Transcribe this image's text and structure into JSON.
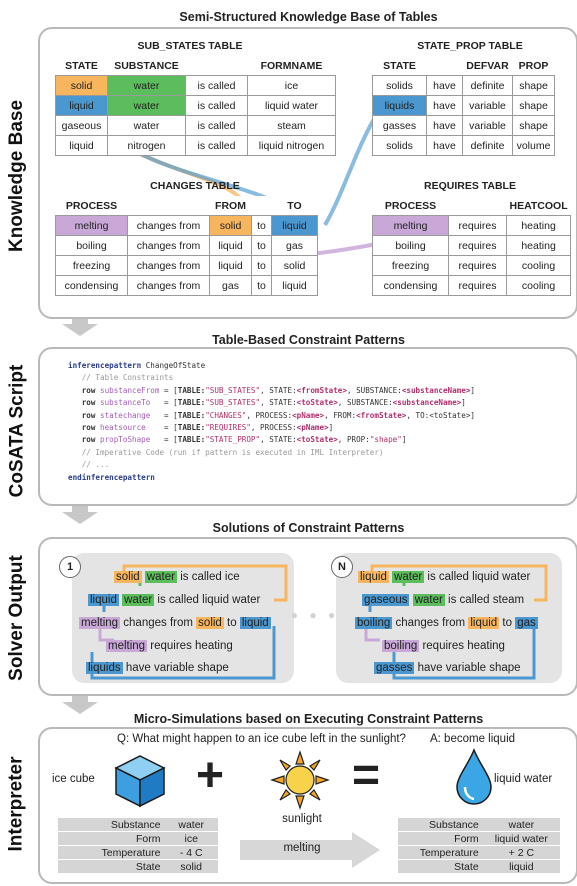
{
  "titles": {
    "kb": "Semi-Structured Knowledge Base of Tables",
    "patterns": "Table-Based Constraint Patterns",
    "solutions": "Solutions of Constraint Patterns",
    "micro": "Micro-Simulations based on Executing Constraint Patterns"
  },
  "side_labels": {
    "kb": "Knowledge Base",
    "script": "CoSATA Script",
    "solver": "Solver Output",
    "interp": "Interpreter"
  },
  "tables": {
    "sub_states": {
      "caption": "SUB_STATES TABLE",
      "headers": [
        "STATE",
        "SUBSTANCE",
        "",
        "FORMNAME"
      ],
      "rows": [
        [
          "solid",
          "water",
          "is called",
          "ice"
        ],
        [
          "liquid",
          "water",
          "is called",
          "liquid water"
        ],
        [
          "gaseous",
          "water",
          "is called",
          "steam"
        ],
        [
          "liquid",
          "nitrogen",
          "is called",
          "liquid nitrogen"
        ]
      ]
    },
    "state_prop": {
      "caption": "STATE_PROP TABLE",
      "headers": [
        "STATE",
        "",
        "DEFVAR",
        "PROP"
      ],
      "rows": [
        [
          "solids",
          "have",
          "definite",
          "shape"
        ],
        [
          "liquids",
          "have",
          "variable",
          "shape"
        ],
        [
          "gasses",
          "have",
          "variable",
          "shape"
        ],
        [
          "solids",
          "have",
          "definite",
          "volume"
        ]
      ]
    },
    "changes": {
      "caption": "CHANGES TABLE",
      "headers": [
        "PROCESS",
        "",
        "FROM",
        "",
        "TO"
      ],
      "rows": [
        [
          "melting",
          "changes from",
          "solid",
          "to",
          "liquid"
        ],
        [
          "boiling",
          "changes from",
          "liquid",
          "to",
          "gas"
        ],
        [
          "freezing",
          "changes from",
          "liquid",
          "to",
          "solid"
        ],
        [
          "condensing",
          "changes from",
          "gas",
          "to",
          "liquid"
        ]
      ]
    },
    "requires": {
      "caption": "REQUIRES TABLE",
      "headers": [
        "PROCESS",
        "",
        "HEATCOOL"
      ],
      "rows": [
        [
          "melting",
          "requires",
          "heating"
        ],
        [
          "boiling",
          "requires",
          "heating"
        ],
        [
          "freezing",
          "requires",
          "cooling"
        ],
        [
          "condensing",
          "requires",
          "cooling"
        ]
      ]
    }
  },
  "script": {
    "l1_kw": "inferencepattern",
    "l1_name": " ChangeOfState",
    "l2": "// Table Constraints",
    "rows": [
      {
        "kw": "row",
        "var": "substanceFrom",
        "eq": " = [",
        "k1": "TABLE:",
        "s1": "\"SUB_STATES\"",
        "rest": ", STATE:",
        "b1": "<fromState>",
        "rest2": ", SUBSTANCE:",
        "b2": "<substanceName>",
        "end": "]"
      },
      {
        "kw": "row",
        "var": "substanceTo",
        "eq": "   = [",
        "k1": "TABLE:",
        "s1": "\"SUB_STATES\"",
        "rest": ", STATE:",
        "b1": "<toState>",
        "rest2": ", SUBSTANCE:",
        "b2": "<substanceName>",
        "end": "]"
      },
      {
        "kw": "row",
        "var": "statechange",
        "eq": "   = [",
        "k1": "TABLE:",
        "s1": "\"CHANGES\"",
        "rest": ", PROCESS:",
        "b1": "<pName>",
        "rest2": ", FROM:",
        "b2": "<fromState>",
        "end": ", TO:<toState>]"
      },
      {
        "kw": "row",
        "var": "heatsource",
        "eq": "    = [",
        "k1": "TABLE:",
        "s1": "\"REQUIRES\"",
        "rest": ", PROCESS:",
        "b1": "<pName>",
        "rest2": "",
        "b2": "",
        "end": "]"
      },
      {
        "kw": "row",
        "var": "propToShape",
        "eq": "   = [",
        "k1": "TABLE:",
        "s1": "\"STATE_PROP\"",
        "rest": ", STATE:",
        "b1": "<toState>",
        "rest2": ", PROP:",
        "b2": "\"shape\"",
        "end": "]"
      }
    ],
    "l8": "// Imperative Code (run if pattern is executed in IML Interpreter)",
    "l9": "// ...",
    "l10": "endinferencepattern"
  },
  "solutions": {
    "left_num": "1",
    "right_num": "N",
    "left": [
      [
        "solid",
        "water",
        "is called ice"
      ],
      [
        "liquid",
        "water",
        "is called liquid water"
      ],
      [
        "melting",
        "changes from",
        "solid",
        "to",
        "liquid"
      ],
      [
        "melting",
        "requires heating"
      ],
      [
        "liquids",
        "have variable shape"
      ]
    ],
    "right": [
      [
        "liquid",
        "water",
        "is called liquid water"
      ],
      [
        "gaseous",
        "water",
        "is called steam"
      ],
      [
        "boiling",
        "changes from",
        "liquid",
        "to",
        "gas"
      ],
      [
        "boiling",
        "requires heating"
      ],
      [
        "gasses",
        "have variable shape"
      ]
    ],
    "ellipsis": "● ● ●"
  },
  "interp": {
    "question": "Q: What might happen to an ice cube left in the sunlight?",
    "answer": "A: become liquid",
    "ice_label": "ice cube",
    "sun_label": "sunlight",
    "water_label": "liquid water",
    "arrow_label": "melting",
    "plus": "+",
    "equals": "=",
    "left_state": [
      [
        "Substance",
        "water"
      ],
      [
        "Form",
        "ice"
      ],
      [
        "Temperature",
        "- 4 C"
      ],
      [
        "State",
        "solid"
      ]
    ],
    "right_state": [
      [
        "Substance",
        "water"
      ],
      [
        "Form",
        "liquid water"
      ],
      [
        "Temperature",
        "+ 2 C"
      ],
      [
        "State",
        "liquid"
      ]
    ]
  },
  "colors": {
    "orange": "#f7b55e",
    "green": "#5cbd5c",
    "blue": "#4b97cf",
    "purple": "#c9a8d8",
    "panel_border": "#b9b9b9"
  }
}
